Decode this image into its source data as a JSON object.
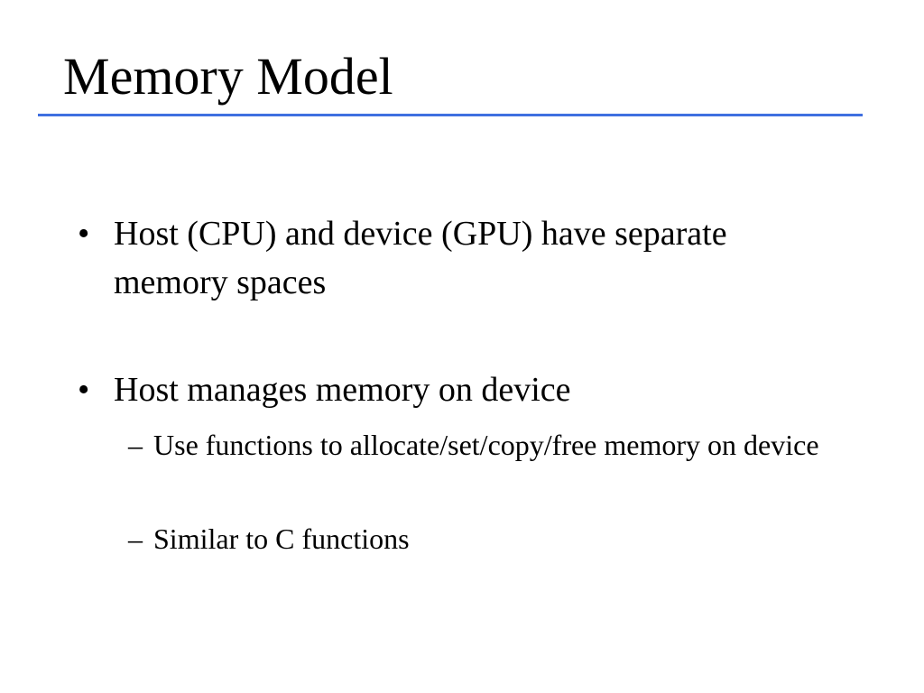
{
  "slide": {
    "title": "Memory Model",
    "accent_color": "#3f6fe0",
    "bullets": [
      {
        "marker": "•",
        "text": "Host (CPU) and device (GPU) have separate memory spaces"
      },
      {
        "marker": "•",
        "text": "Host manages memory on device",
        "sub_items": [
          {
            "marker": "–",
            "text": "Use functions to allocate/set/copy/free memory on device"
          },
          {
            "marker": "–",
            "text": "Similar to C functions"
          }
        ]
      }
    ]
  }
}
